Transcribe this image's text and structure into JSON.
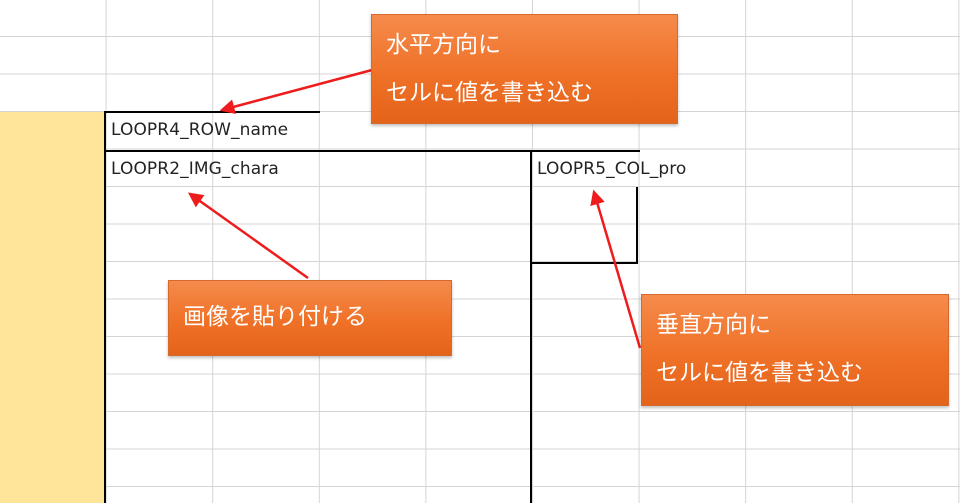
{
  "cells": {
    "row_template": "LOOPR4_ROW_name",
    "img_template": "LOOPR2_IMG_chara",
    "col_template": "LOOPR5_COL_pro"
  },
  "callouts": {
    "horizontal": {
      "line1": "水平方向に",
      "line2": "セルに値を書き込む"
    },
    "image": {
      "line1": "画像を貼り付ける"
    },
    "vertical": {
      "line1": "垂直方向に",
      "line2": "セルに値を書き込む"
    }
  },
  "colors": {
    "callout_fill": "#ef7127",
    "arrow": "#ee1c1c",
    "column_highlight": "#fee599",
    "gridline": "#d4d4d4"
  }
}
